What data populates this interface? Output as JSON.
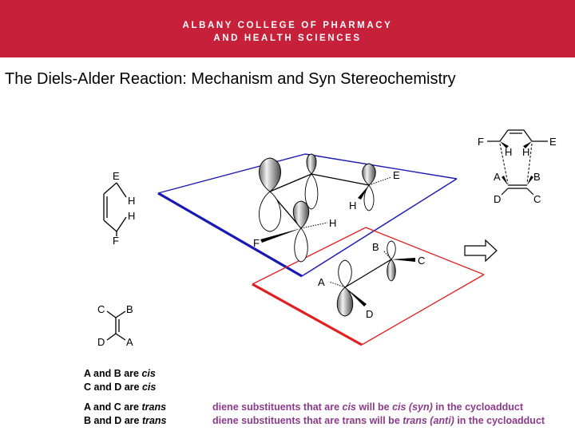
{
  "banner": {
    "line1": "ALBANY COLLEGE OF PHARMACY",
    "line2": "AND HEALTH SCIENCES",
    "color": "#c7203a"
  },
  "title": "The Diels-Alder Reaction: Mechanism and Syn Stereochemistry",
  "diene_structure": {
    "labels": [
      "E",
      "H",
      "H",
      "F"
    ]
  },
  "dienophile_structure": {
    "labels": [
      "C",
      "B",
      "D",
      "A"
    ]
  },
  "orbital_diagram": {
    "diene_plane_color": "#1a1ab3",
    "dienophile_plane_color": "#e02020",
    "diene_labels": [
      "E",
      "H",
      "H",
      "F"
    ],
    "dienophile_labels": [
      "B",
      "C",
      "A",
      "D"
    ]
  },
  "transition_state": {
    "labels": [
      "F",
      "H",
      "H",
      "E",
      "A",
      "B",
      "D",
      "C"
    ]
  },
  "arrow": {
    "icon": "right-arrow-icon"
  },
  "statements": {
    "ab_pre": "A and B are ",
    "ab_em": "cis",
    "cd_pre": "C and D are ",
    "cd_em": "cis",
    "ac_pre": "A and C are ",
    "ac_em": "trans",
    "bd_pre": "B and D are ",
    "bd_em": "trans"
  },
  "rules": {
    "cis_1": "diene substituents that are ",
    "cis_2": "cis",
    "cis_3": " will be ",
    "cis_4": "cis (syn)",
    "cis_5": " in the cycloadduct",
    "trans_1": "diene substituents that are trans will be ",
    "trans_2": "trans (anti)",
    "trans_3": " in the cycloadduct",
    "color": "#8b3a8b"
  }
}
